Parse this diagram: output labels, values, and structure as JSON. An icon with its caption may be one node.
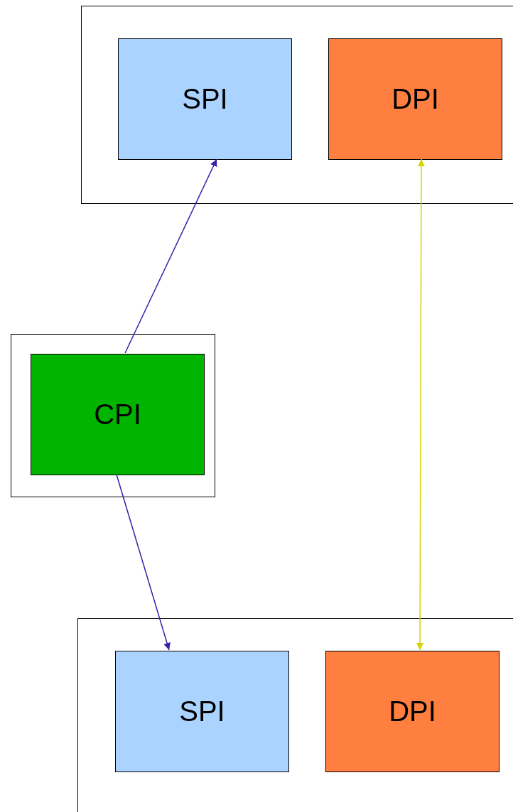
{
  "diagram": {
    "nodes": [
      {
        "text": [],
        "shape": "box"
      },
      {
        "text": [
          "SPI"
        ],
        "in": 0
      },
      {
        "text": [
          "DPI"
        ],
        "in": 0
      },
      {
        "text": [],
        "shape": "box"
      },
      {
        "text": [
          "CPI"
        ],
        "in": 3
      },
      {
        "text": [],
        "shape": "box"
      },
      {
        "text": [
          "SPI"
        ],
        "in": 5
      },
      {
        "text": [
          "DPI"
        ],
        "in": 5
      }
    ],
    "edges": [
      {
        "from": 4,
        "to": 1,
        "arrow": "to",
        "color": "#3a1fa8"
      },
      {
        "from": 4,
        "to": 6,
        "arrow": "to",
        "color": "#3a1fa8"
      },
      {
        "from": 2,
        "to": 7,
        "arrow": "both",
        "color": "#d4d400"
      }
    ]
  }
}
